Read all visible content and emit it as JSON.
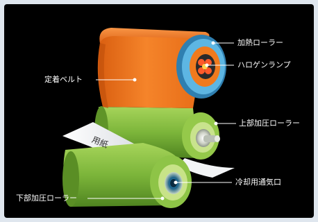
{
  "labels": {
    "heating_roller": "加熱ローラー",
    "halogen_lamp": "ハロゲンランプ",
    "fixing_belt": "定着ベルト",
    "upper_pressure_roller": "上部加圧ローラー",
    "paper": "用紙",
    "cooling_vent": "冷却用通気口",
    "lower_pressure_roller": "下部加圧ローラー"
  },
  "colors": {
    "background": "#000000",
    "frame": "#dfe6ee",
    "belt": "#f07a1e",
    "heating_roller_ring": "#4aa8d8",
    "roller_green": "#7cb53a",
    "leader_line": "#ffffff"
  }
}
